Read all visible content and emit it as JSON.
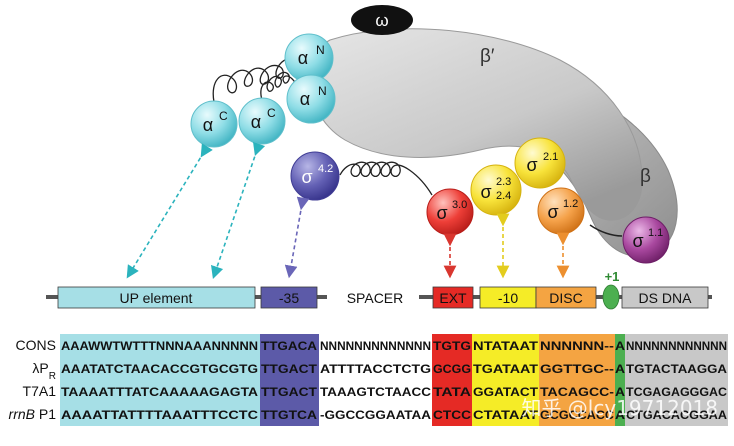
{
  "subunits": {
    "omega": "ω",
    "beta_prime": "β′",
    "beta": "β",
    "alpha_n": "N",
    "alpha_c": "C",
    "alpha_base": "α",
    "sigma_base": "σ",
    "sigma_4_2": "4.2",
    "sigma_3_0": "3.0",
    "sigma_2_3": "2.3",
    "sigma_2_4": "2.4",
    "sigma_2_1": "2.1",
    "sigma_1_2": "1.2",
    "sigma_1_1": "1.1"
  },
  "promoter_elements": {
    "up": "UP element",
    "minus35": "-35",
    "spacer": "SPACER",
    "ext": "EXT",
    "minus10": "-10",
    "disc": "DISC",
    "ds": "DS DNA",
    "plus1": "+1"
  },
  "sequence_rows": [
    {
      "label": "CONS",
      "up": "AAAWWTWTTTNNNAAANNNNN",
      "m35": "TTGACA",
      "spacer": "NNNNNNNNNNNNN",
      "ext": "TGTG",
      "m10": "NTATAAT",
      "disc": "NNNNNN--",
      "tss": "A",
      "ds": "NNNNNNNNNNNN"
    },
    {
      "label": "λP",
      "label_sub": "R",
      "up": "AAATATCTAACACCGTGCGTG",
      "m35": "TTGACT",
      "spacer": "ATTTTACCTCTG",
      "ext": "GCGG",
      "m10": "TGATAAT",
      "disc": "GGTTGC--",
      "tss": "A",
      "ds": "TGTACTAAGGA"
    },
    {
      "label": "T7A1",
      "up": "TAAAATTTATCAAAAAGAGTA",
      "m35": "TTGACT",
      "spacer": "TAAAGTCTAACC",
      "ext": "TATA",
      "m10": "GGATACT",
      "disc": "TACAGCC-",
      "tss": "A",
      "ds": "TCGAGAGGGAC"
    },
    {
      "label_italic": "rrnB",
      "label": " P1",
      "up": "AAAATTATTTTAAATTTCCTC",
      "m35": "TTGTCA",
      "spacer": "-GGCCGGAATAA",
      "ext": "CTCC",
      "m10": "CTATAAT",
      "disc": "GCGCCACC",
      "tss": "A",
      "ds": "CTGACACGGAA"
    }
  ],
  "watermark": "知乎 @lcy19712018",
  "colors": {
    "up": "#a6dfe6",
    "minus35": "#5c5aa8",
    "ext": "#e52a25",
    "minus10": "#f5ec27",
    "disc": "#f4a442",
    "tss": "#4caf50",
    "ds": "#c8c8c8",
    "alpha": "#6ccfd9",
    "sigma42": "#4e4aa3",
    "sigma30": "#e63a35",
    "sigma2": "#f5dc2a",
    "sigma12": "#f29a3e",
    "sigma11": "#a0449c"
  }
}
